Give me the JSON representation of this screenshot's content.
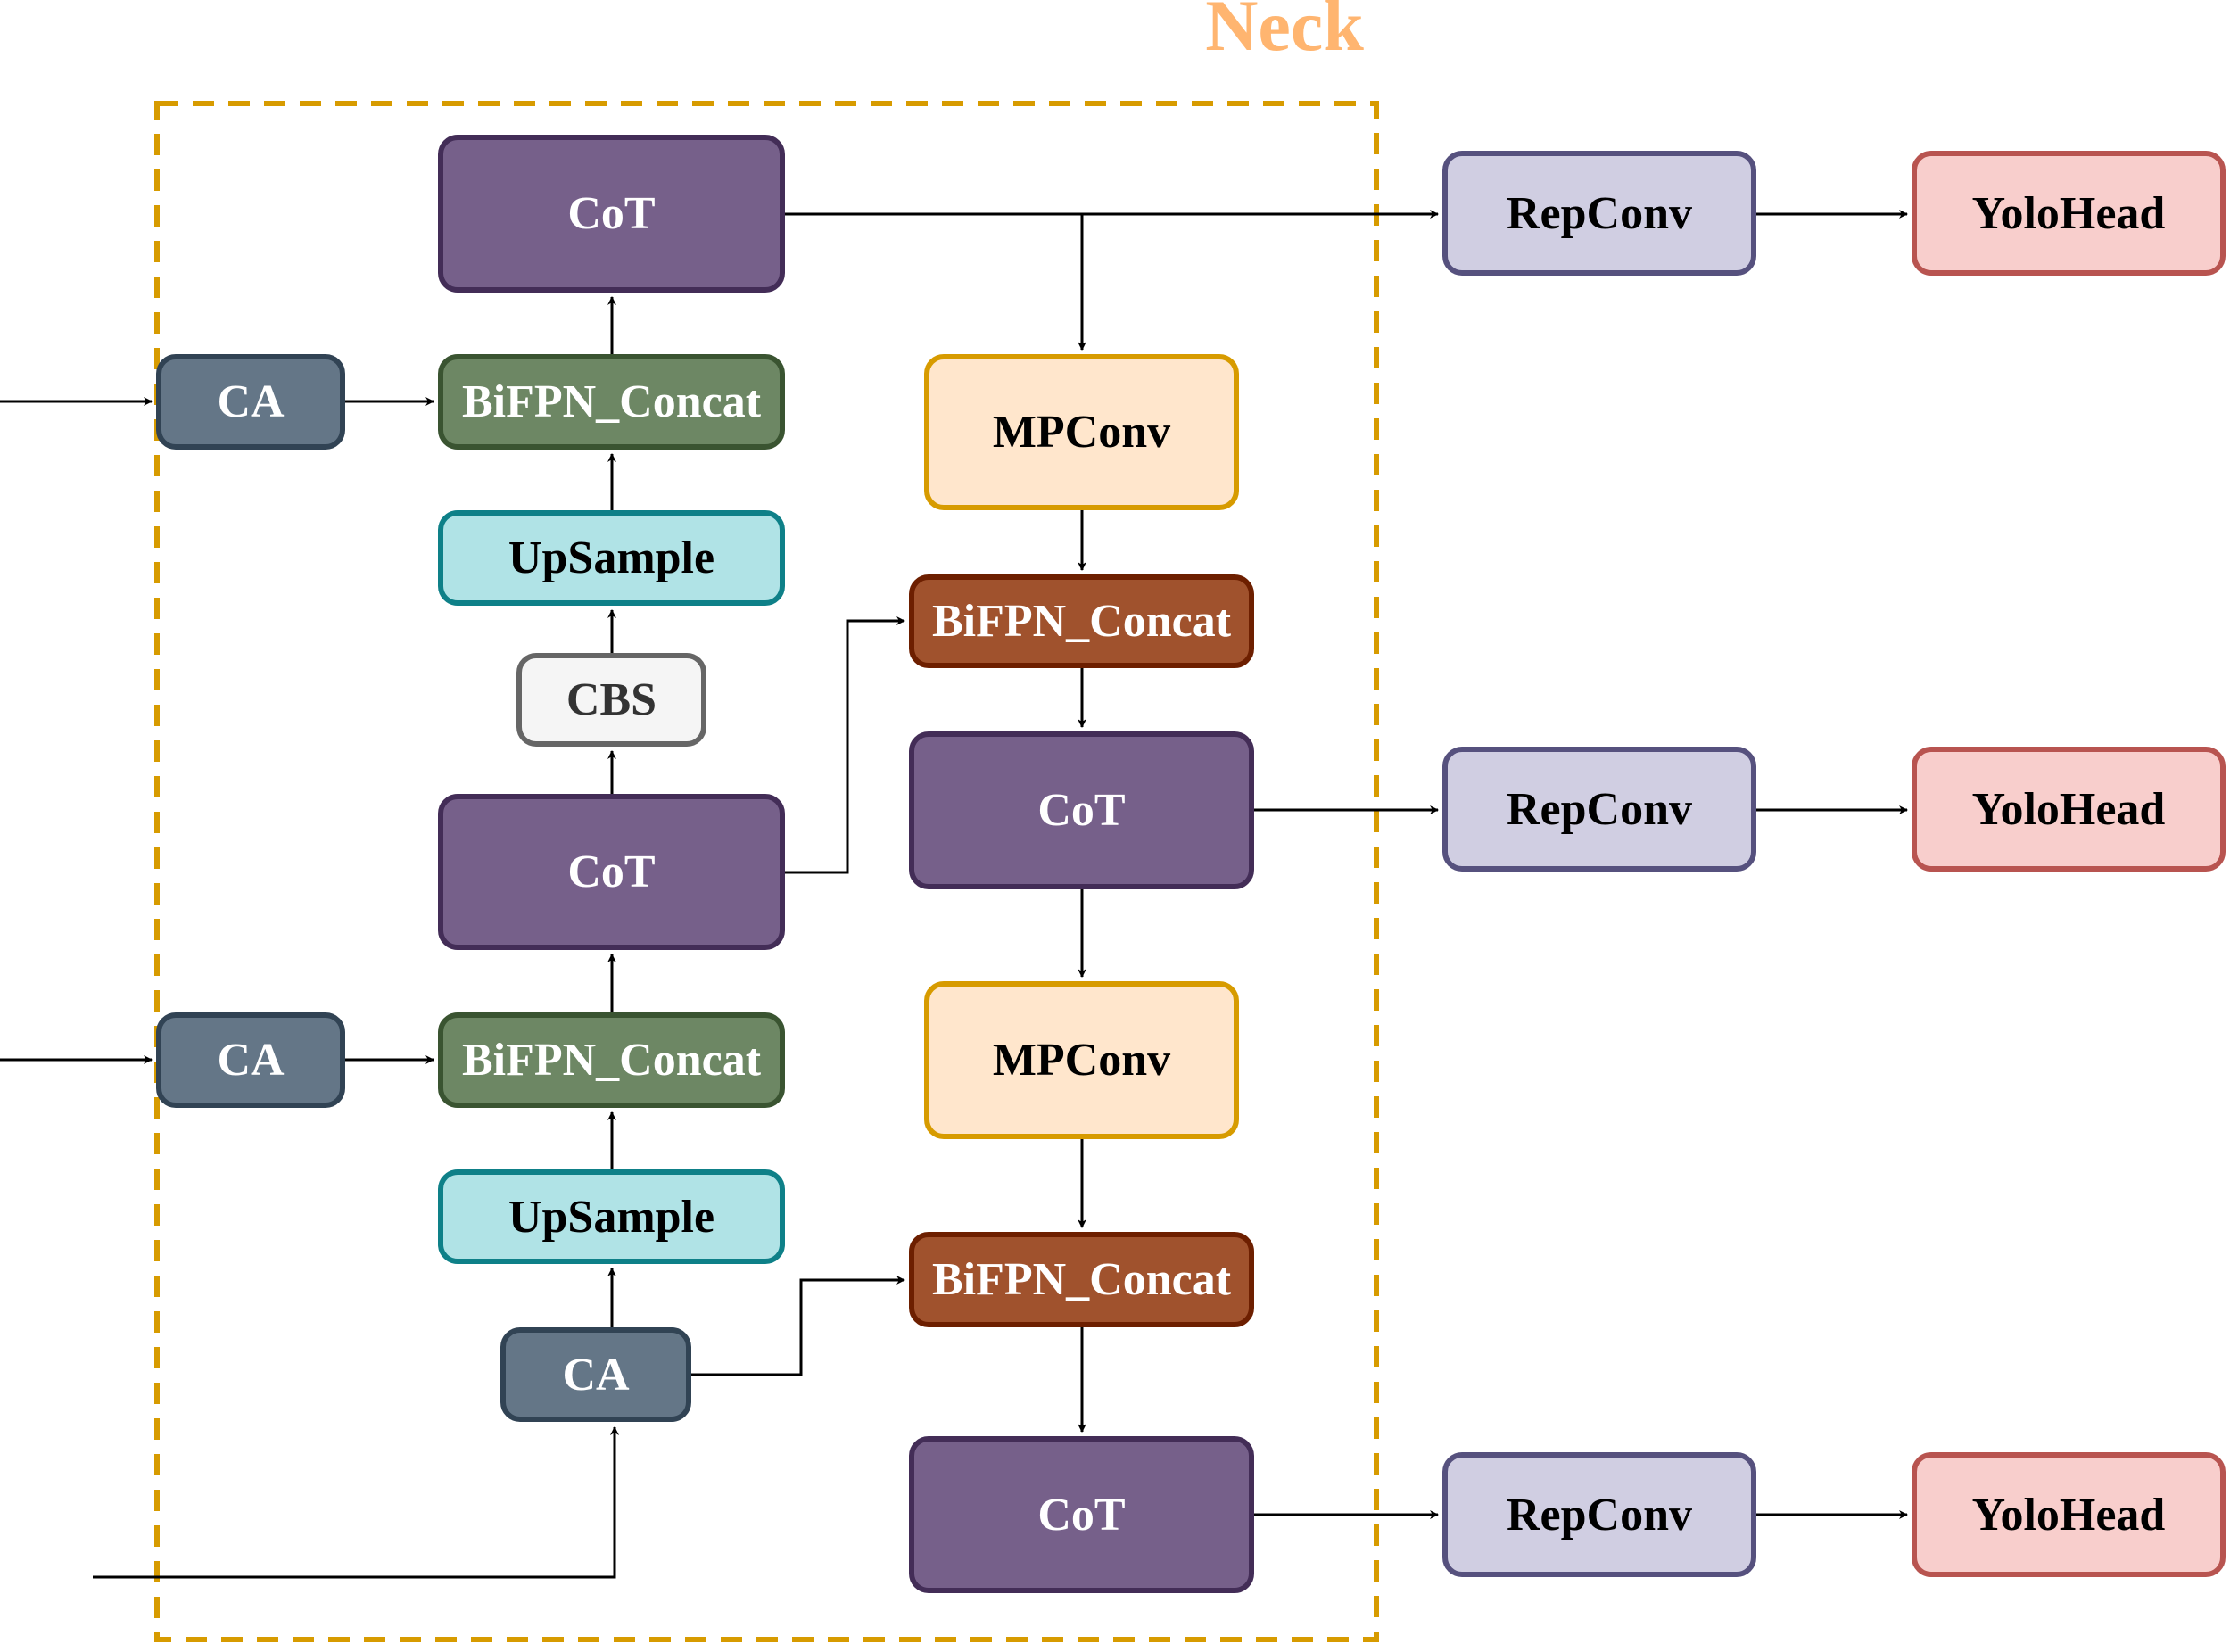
{
  "title": "Neck",
  "colors": {
    "neck_border": "#d79b00",
    "neck_label": "#ffb570",
    "cot": {
      "fill": "#76608a",
      "stroke": "#432d57",
      "text": "#ffffff"
    },
    "ca": {
      "fill": "#647687",
      "stroke": "#314354",
      "text": "#ffffff"
    },
    "bifpn_green": {
      "fill": "#6d8764",
      "stroke": "#3a5431",
      "text": "#ffffff"
    },
    "bifpn_brown": {
      "fill": "#a0522d",
      "stroke": "#6d1f00",
      "text": "#ffffff"
    },
    "upsample": {
      "fill": "#b0e3e6",
      "stroke": "#0e8088",
      "text": "#000000"
    },
    "cbs": {
      "fill": "#f5f5f5",
      "stroke": "#666666",
      "text": "#333333"
    },
    "mpconv": {
      "fill": "#ffe6cc",
      "stroke": "#d79b00",
      "text": "#000000"
    },
    "repconv": {
      "fill": "#d0cee2",
      "stroke": "#56517e",
      "text": "#000000"
    },
    "yolohead": {
      "fill": "#f8cecc",
      "stroke": "#b85450",
      "text": "#000000"
    }
  },
  "nodes": {
    "cot_top": "CoT",
    "ca_1": "CA",
    "bifpn_green_1": "BiFPN_Concat",
    "upsample_1": "UpSample",
    "cbs": "CBS",
    "cot_mid": "CoT",
    "ca_2": "CA",
    "bifpn_green_2": "BiFPN_Concat",
    "upsample_2": "UpSample",
    "ca_3": "CA",
    "mpconv_1": "MPConv",
    "bifpn_brown_1": "BiFPN_Concat",
    "cot_right_1": "CoT",
    "mpconv_2": "MPConv",
    "bifpn_brown_2": "BiFPN_Concat",
    "cot_right_2": "CoT",
    "repconv_1": "RepConv",
    "yolohead_1": "YoloHead",
    "repconv_2": "RepConv",
    "yolohead_2": "YoloHead",
    "repconv_3": "RepConv",
    "yolohead_3": "YoloHead"
  }
}
